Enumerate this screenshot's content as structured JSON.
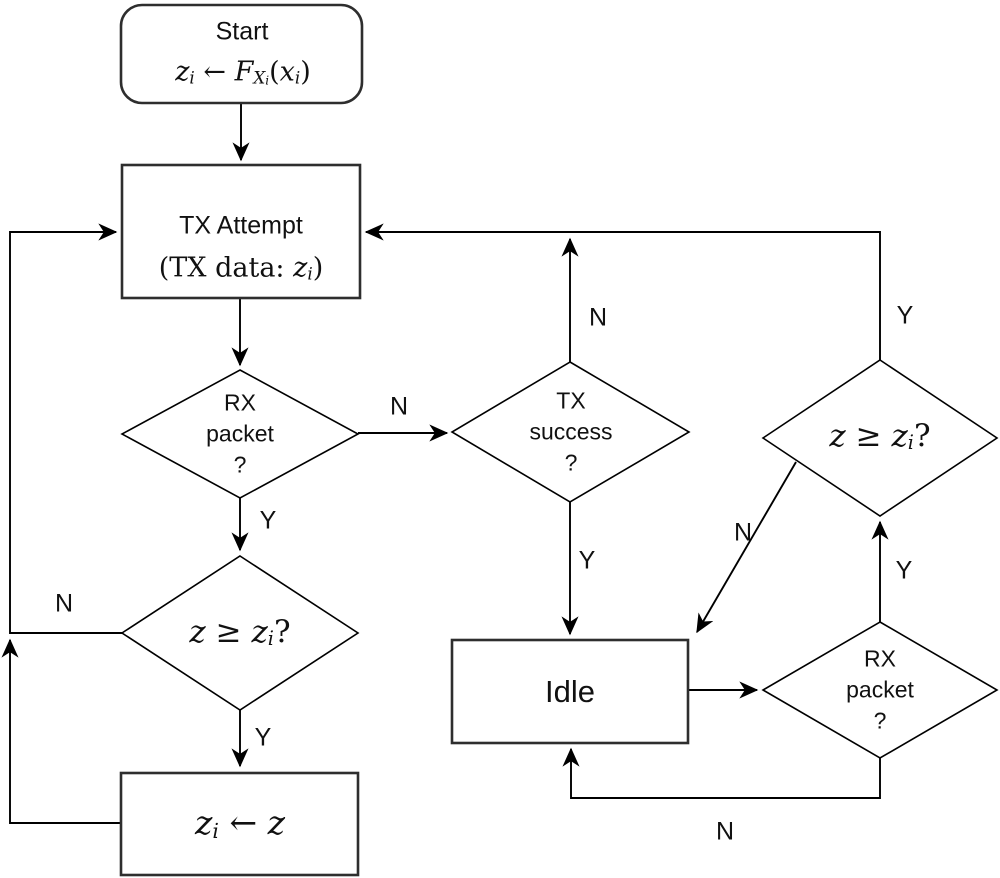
{
  "figure": {
    "type": "flowchart",
    "background_color": "#ffffff",
    "line_color": "#000000",
    "box_border_color": "#2e2e2e",
    "text_color": "#111111"
  },
  "nodes": {
    "start": {
      "shape": "rounded-rect",
      "title": "Start",
      "formula": [
        {
          "t": "z",
          "s": "it"
        },
        {
          "t": "i",
          "s": "sub"
        },
        {
          "t": " ← ",
          "s": "rm"
        },
        {
          "t": "F",
          "s": "it"
        },
        {
          "t": "X",
          "s": "sub"
        },
        {
          "t": "i",
          "s": "subsub"
        },
        {
          "t": "(",
          "s": "rm"
        },
        {
          "t": "x",
          "s": "it"
        },
        {
          "t": "i",
          "s": "sub"
        },
        {
          "t": ")",
          "s": "rm"
        }
      ]
    },
    "tx_attempt": {
      "shape": "rect",
      "title": "TX Attempt",
      "subtitle": [
        {
          "t": "(TX data: ",
          "s": "rm"
        },
        {
          "t": "z",
          "s": "it"
        },
        {
          "t": "i",
          "s": "sub"
        },
        {
          "t": ")",
          "s": "rm"
        }
      ]
    },
    "rx_packet_left": {
      "shape": "diamond",
      "lines": [
        "RX",
        "packet",
        "?"
      ]
    },
    "tx_success": {
      "shape": "diamond",
      "lines": [
        "TX",
        "success",
        "?"
      ]
    },
    "z_check_left": {
      "shape": "diamond",
      "formula": [
        {
          "t": "z",
          "s": "it"
        },
        {
          "t": " ≥ ",
          "s": "rm"
        },
        {
          "t": "z",
          "s": "it"
        },
        {
          "t": "i",
          "s": "sub"
        },
        {
          "t": "?",
          "s": "rm"
        }
      ]
    },
    "z_check_right": {
      "shape": "diamond",
      "formula": [
        {
          "t": "z",
          "s": "it"
        },
        {
          "t": " ≥ ",
          "s": "rm"
        },
        {
          "t": "z",
          "s": "it"
        },
        {
          "t": "i",
          "s": "sub"
        },
        {
          "t": "?",
          "s": "rm"
        }
      ]
    },
    "idle": {
      "shape": "rect",
      "title": "Idle"
    },
    "rx_packet_right": {
      "shape": "diamond",
      "lines": [
        "RX",
        "packet",
        "?"
      ]
    },
    "z_assign": {
      "shape": "rect",
      "formula": [
        {
          "t": "z",
          "s": "it"
        },
        {
          "t": "i",
          "s": "sub"
        },
        {
          "t": " ← ",
          "s": "rm"
        },
        {
          "t": "z",
          "s": "it"
        }
      ]
    }
  },
  "edge_labels": {
    "rx_left_no": "N",
    "rx_left_yes": "Y",
    "z_left_no": "N",
    "z_left_yes": "Y",
    "tx_success_no": "N",
    "tx_success_yes": "Y",
    "z_right_yes": "Y",
    "z_right_no": "N",
    "rx_right_yes": "Y",
    "rx_right_no": "N"
  }
}
